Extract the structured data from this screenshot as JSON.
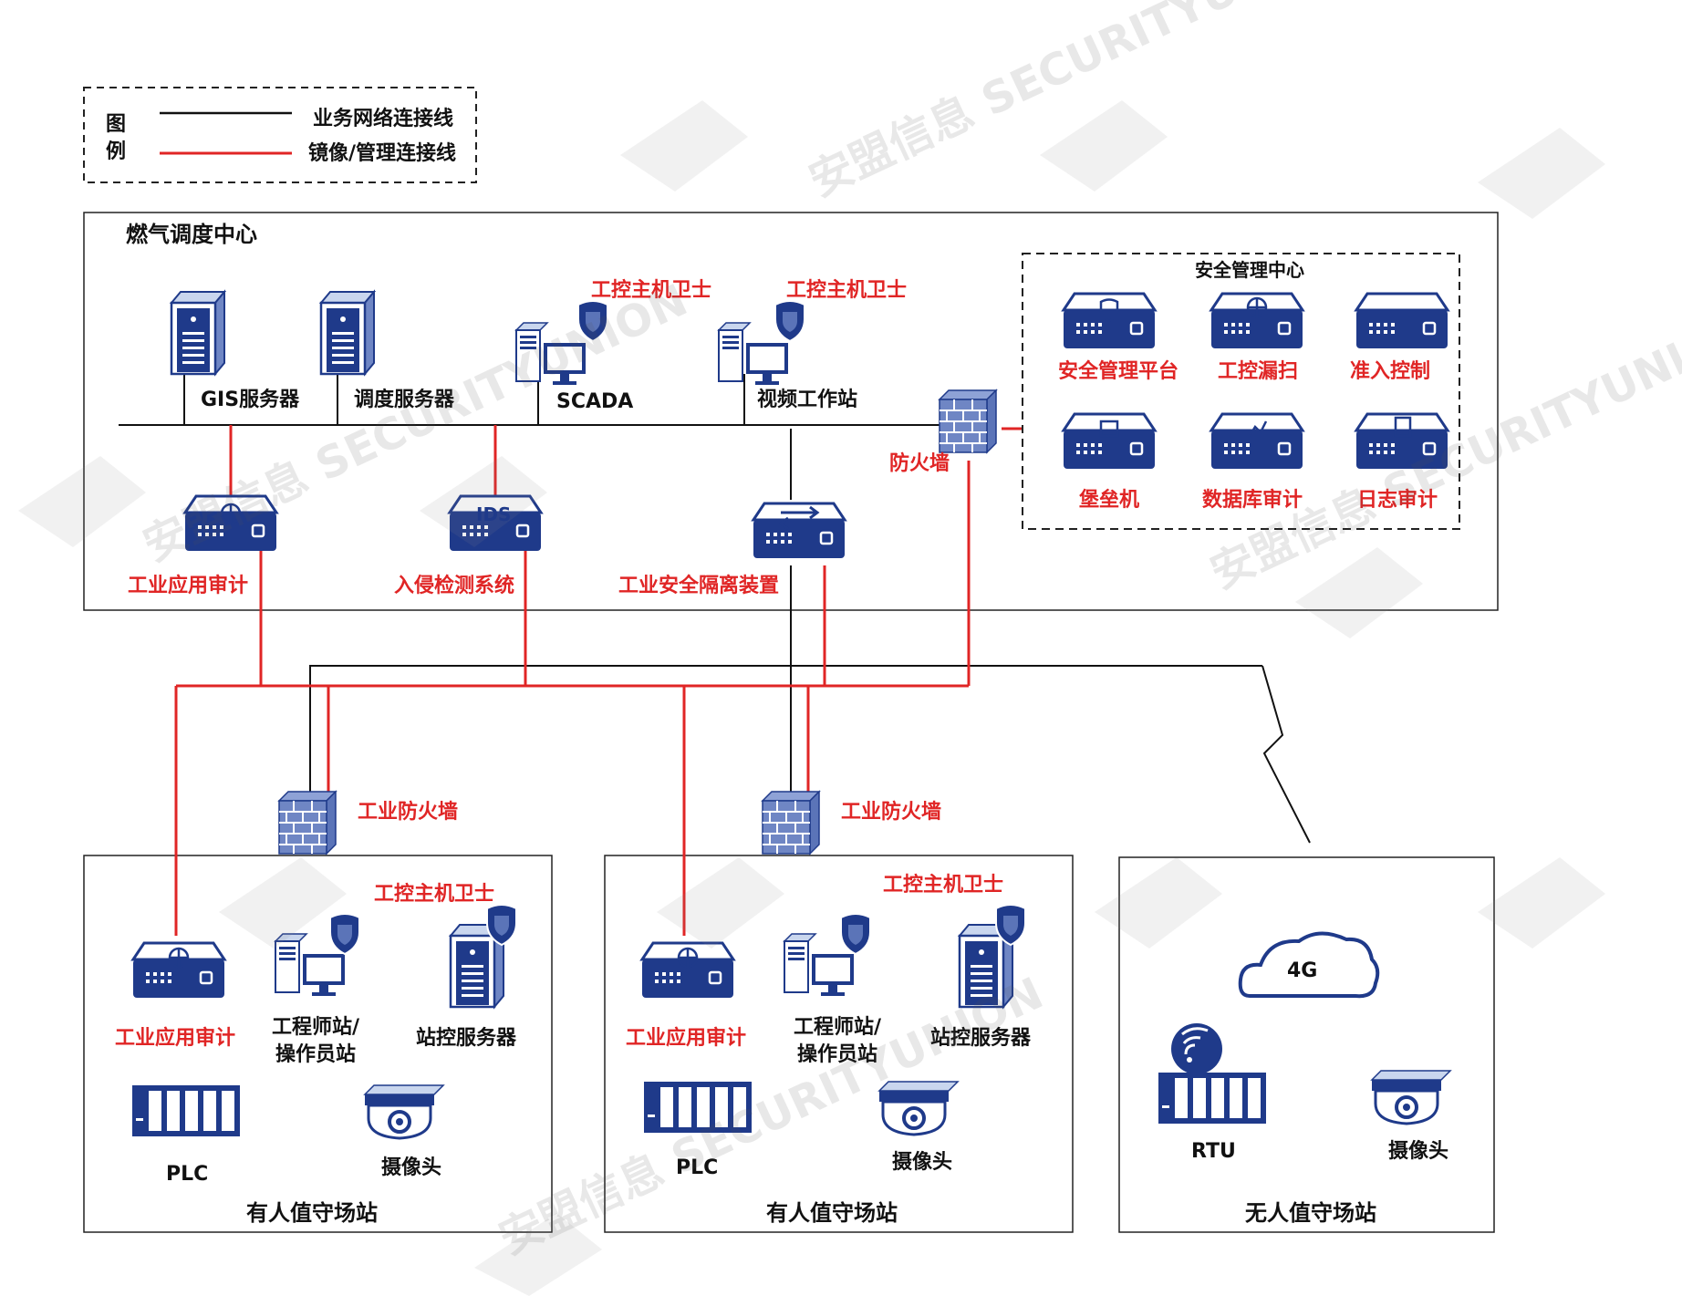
{
  "legend": {
    "title": "图\n例",
    "business_line": "业务网络连接线",
    "mirror_line": "镜像/管理连接线"
  },
  "dispatch_center": {
    "title": "燃气调度中心",
    "gis_server": "GIS服务器",
    "dispatch_server": "调度服务器",
    "scada": "SCADA",
    "video_station": "视频工作站",
    "host_guard_1": "工控主机卫士",
    "host_guard_2": "工控主机卫士",
    "firewall": "防火墙",
    "app_audit": "工业应用审计",
    "ids_label": "IDS",
    "ids": "入侵检测系统",
    "isolation": "工业安全隔离装置"
  },
  "security_center": {
    "title": "安全管理中心",
    "items": [
      "安全管理平台",
      "工控漏扫",
      "准入控制",
      "堡垒机",
      "数据库审计",
      "日志审计"
    ]
  },
  "stations": [
    {
      "firewall": "工业防火墙",
      "host_guard": "工控主机卫士",
      "app_audit": "工业应用审计",
      "engineer": "工程师站/\n操作员站",
      "server": "站控服务器",
      "plc": "PLC",
      "camera": "摄像头",
      "title": "有人值守场站"
    },
    {
      "firewall": "工业防火墙",
      "host_guard": "工控主机卫士",
      "app_audit": "工业应用审计",
      "engineer": "工程师站/\n操作员站",
      "server": "站控服务器",
      "plc": "PLC",
      "camera": "摄像头",
      "title": "有人值守场站"
    }
  ],
  "unmanned_station": {
    "cloud": "4G",
    "rtu": "RTU",
    "camera": "摄像头",
    "title": "无人值守场站"
  },
  "watermark": "安盟信息 SECURITYUNION",
  "colors": {
    "business_line": "#111111",
    "mirror_line": "#e02525",
    "device_blue": "#1f3a8a",
    "device_light": "#e8eef8"
  }
}
